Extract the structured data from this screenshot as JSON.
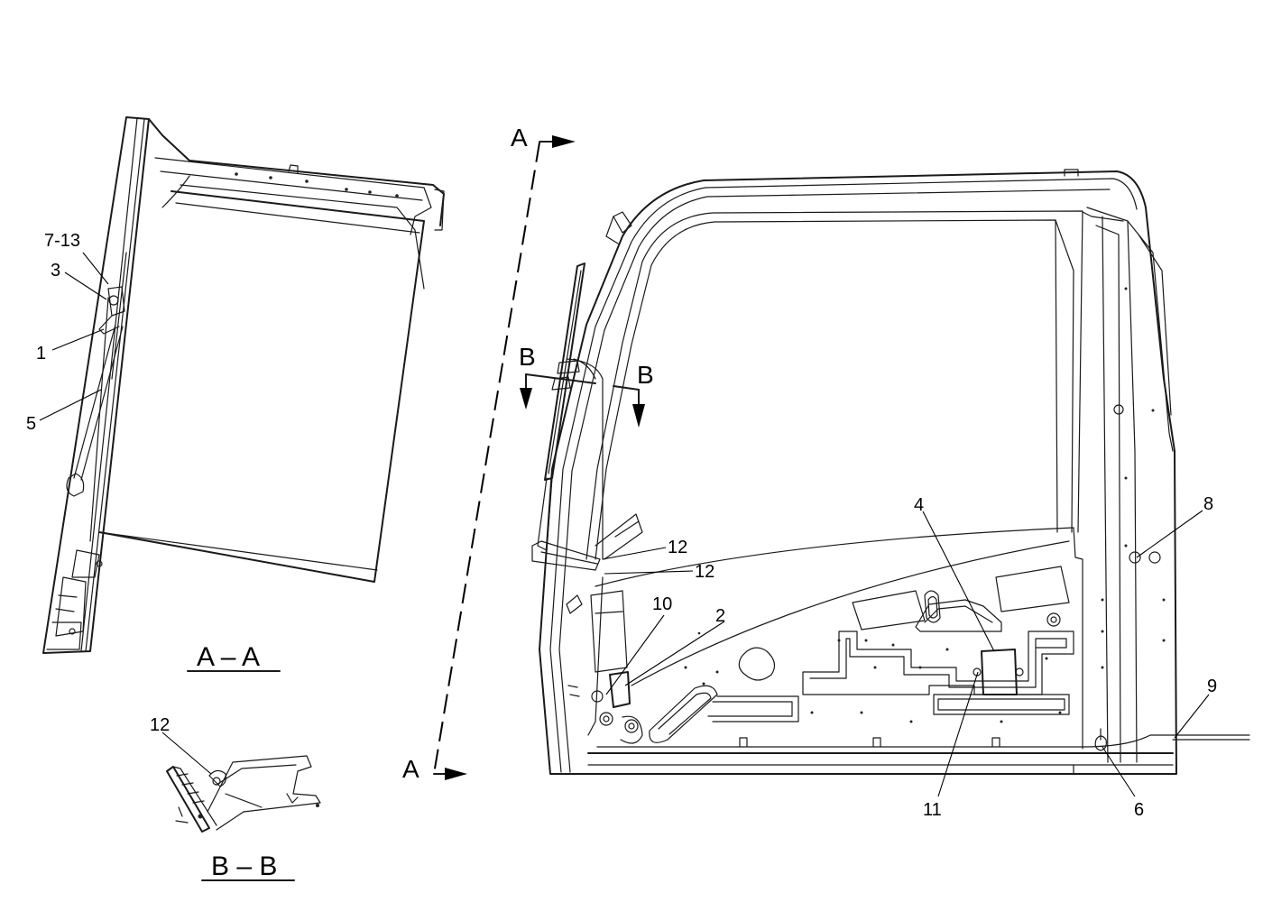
{
  "views": {
    "a_title": "A – A",
    "b_title": "B – B"
  },
  "section_marks": {
    "a_top": "A",
    "a_bottom": "A",
    "b_left": "B",
    "b_right": "B"
  },
  "callouts": {
    "c7_13": "7-13",
    "c3": "3",
    "c1": "1",
    "c5": "5",
    "c12_bb": "12",
    "c12_upper": "12",
    "c12_lower": "12",
    "c10": "10",
    "c2": "2",
    "c4": "4",
    "c8": "8",
    "c9": "9",
    "c11": "11",
    "c6": "6"
  }
}
